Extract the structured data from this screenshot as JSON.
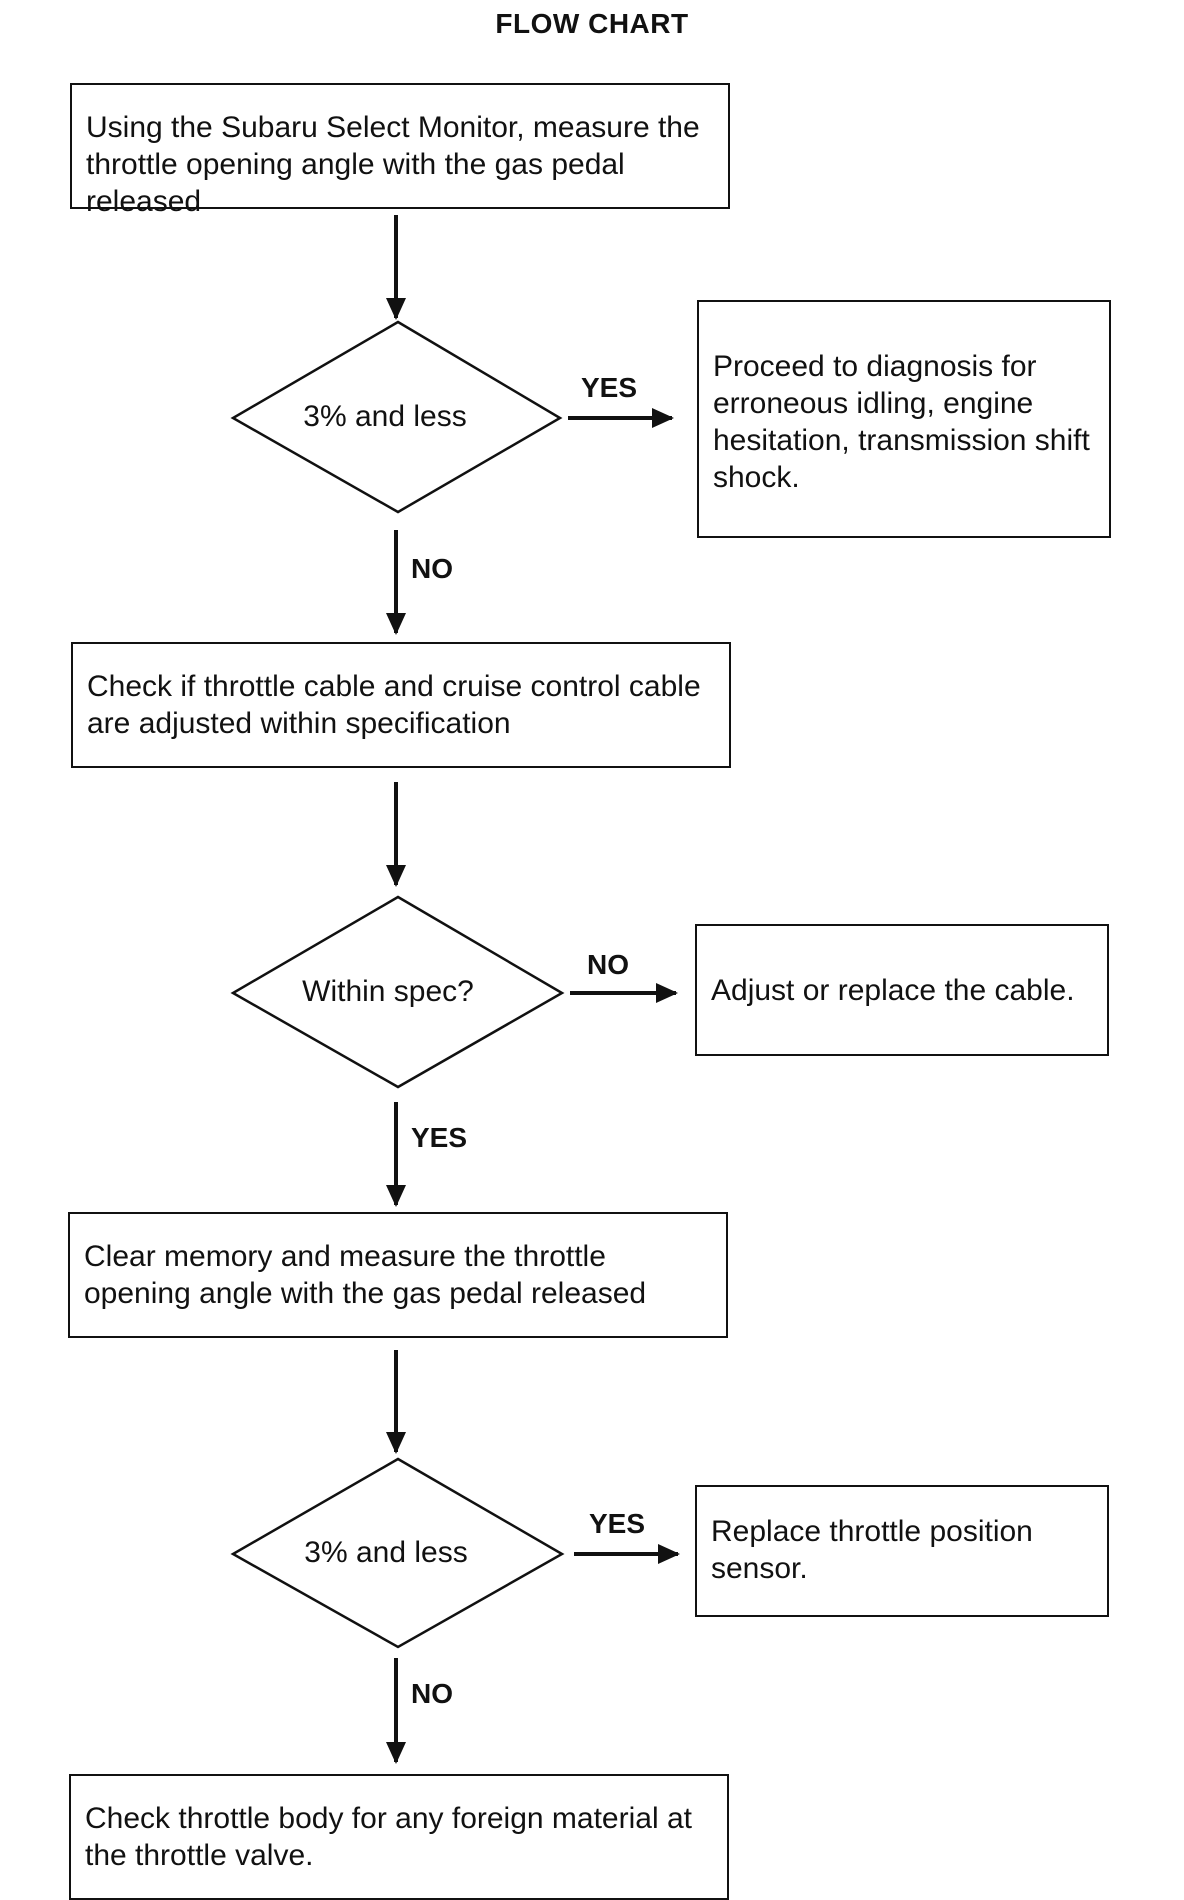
{
  "title": "FLOW CHART",
  "steps": {
    "step1": "Using the Subaru Select Monitor, measure the throttle opening angle with the gas pedal released",
    "decision1": "3% and less",
    "decision1_yes_text": "Proceed to diagnosis for erroneous idling,  engine hesitation,  transmission shift shock.",
    "step2": "Check if throttle cable and cruise control cable are adjusted within specification",
    "decision2": "Within spec?",
    "decision2_no_text": "Adjust or replace the cable.",
    "step3": "Clear memory and measure the throttle opening angle with the gas pedal released",
    "decision3": "3% and less",
    "decision3_yes_text": "Replace throttle position sensor.",
    "step4": "Check throttle body for any foreign material at the throttle valve."
  },
  "branches": {
    "d1_right": "YES",
    "d1_down": "NO",
    "d2_right": "NO",
    "d2_down": "YES",
    "d3_right": "YES",
    "d3_down": "NO"
  }
}
